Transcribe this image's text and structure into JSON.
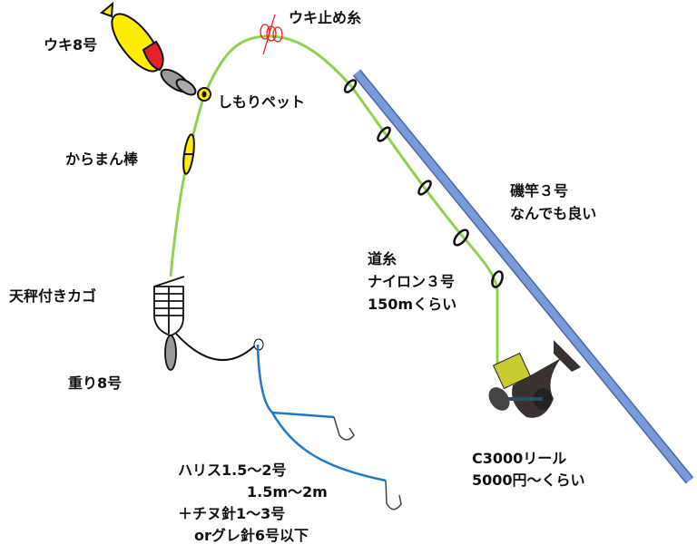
{
  "labels": {
    "float": "ウキ8号",
    "float_stopper": "ウキ止め糸",
    "shimori_pet": "しもりペット",
    "karaman_bou": "からまん棒",
    "basket": "天秤付きカゴ",
    "weight": "重り8号",
    "main_line": [
      "道糸",
      "ナイロン３号",
      "150mくらい"
    ],
    "rod": [
      "磯竿３号",
      "なんでも良い"
    ],
    "reel": [
      "C3000リール",
      "5000円～くらい"
    ],
    "leader": [
      "ハリス1.5～2号",
      "1.5m～2m",
      "＋チヌ針1～3号",
      "orグレ針6号以下"
    ]
  },
  "colors": {
    "main_line": "#92d050",
    "leader_line": "#1f78c8",
    "rod": "#7b9bd8",
    "float_yellow": "#ffee00",
    "float_red": "#e8202a",
    "stopper": "#ee2222"
  }
}
